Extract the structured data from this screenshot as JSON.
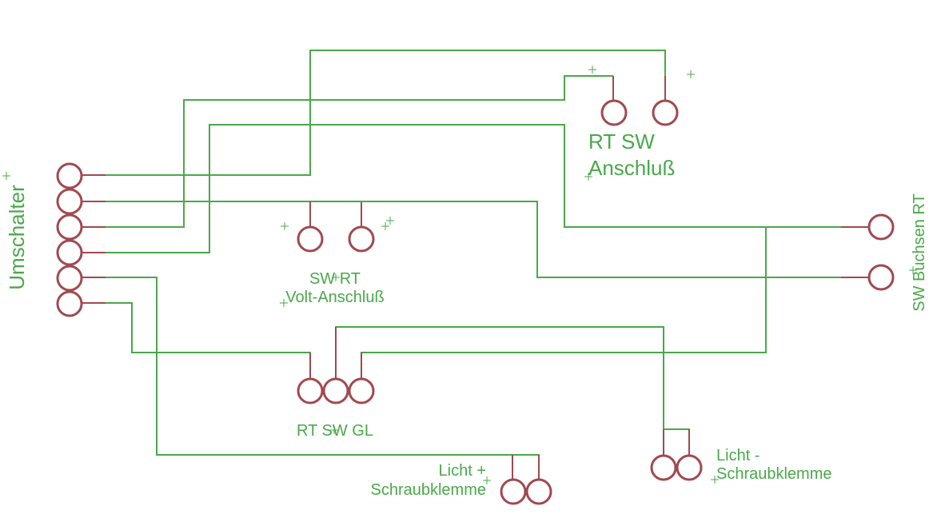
{
  "diagram": {
    "colors": {
      "wire": "#4aa84a",
      "pad": "#a0494f",
      "label": "#4aa84a",
      "background": "#ffffff"
    },
    "labels": {
      "umschalter": "Umschalter",
      "rt_sw_line1": "RT SW",
      "rt_sw_line2": "Anschluß",
      "sw_rt_line1": "SW RT",
      "sw_rt_line2": "Volt-Anschluß",
      "rt_sw_gl": "RT SW GL",
      "licht_plus_line1": "Licht +",
      "licht_plus_line2": "Schraubklemme",
      "licht_minus_line1": "Licht -",
      "licht_minus_line2": "Schraubklemme",
      "sw_buchsen_rt": "SW Buchsen RT"
    }
  }
}
